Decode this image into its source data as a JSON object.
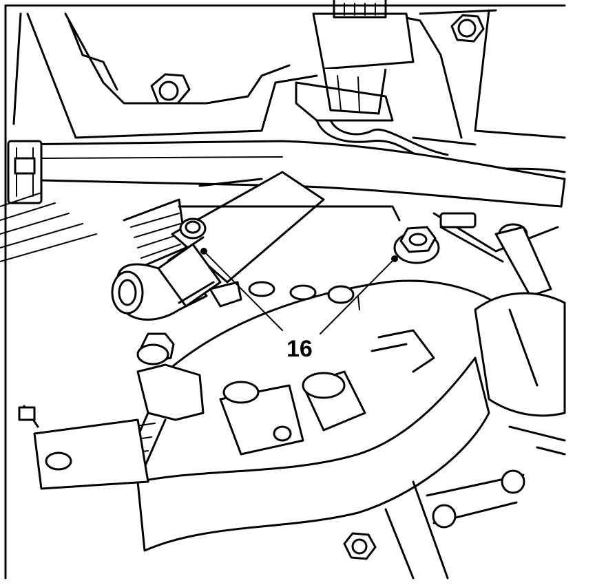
{
  "diagram": {
    "callout": {
      "label": "16"
    },
    "leader_targets": [
      "hose-clamp",
      "mounting-bolt"
    ]
  }
}
